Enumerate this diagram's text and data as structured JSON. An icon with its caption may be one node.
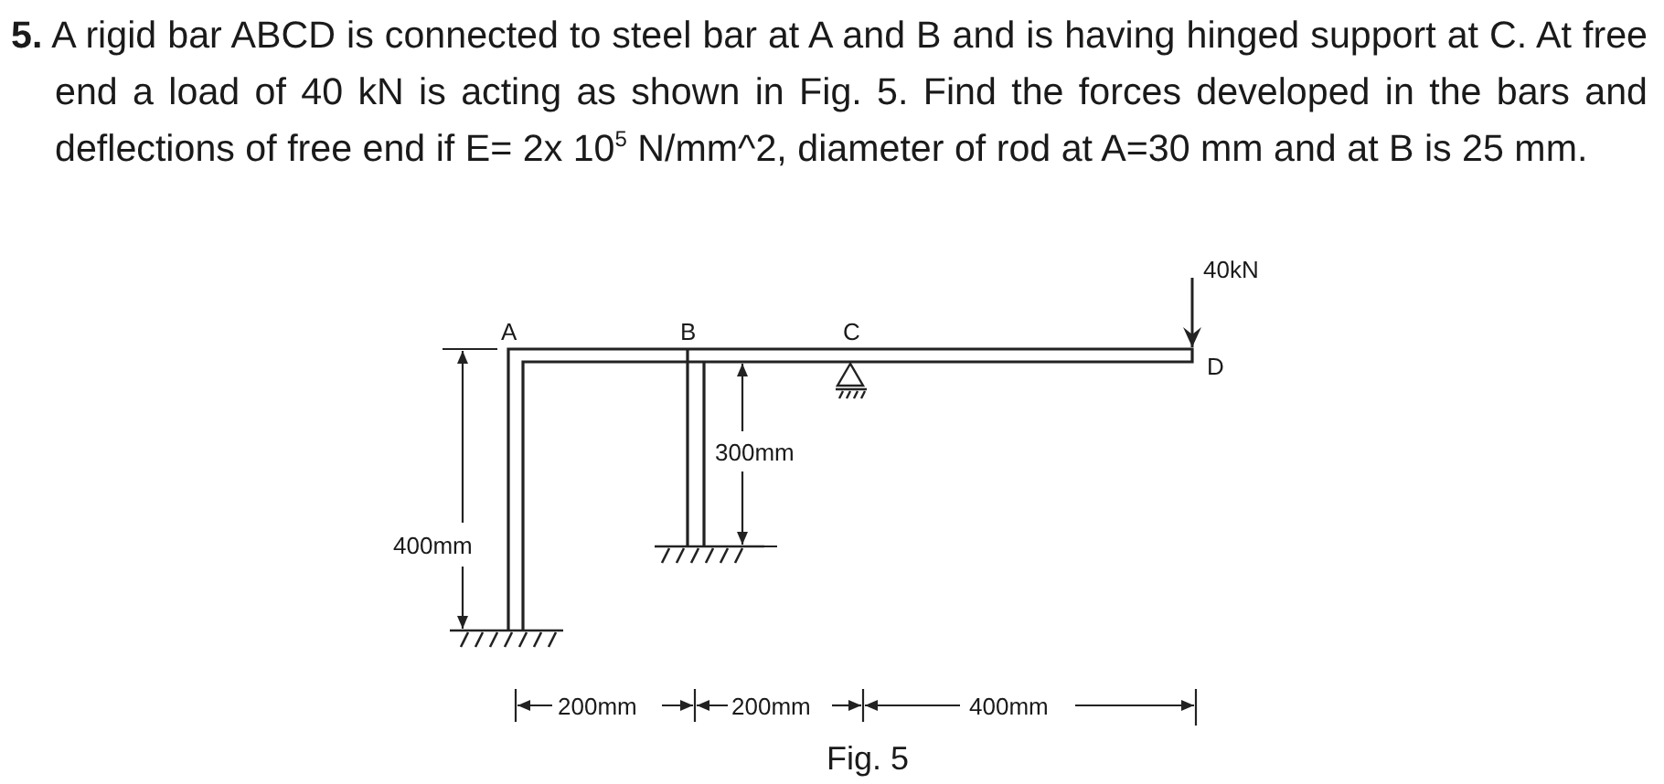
{
  "diagram": {
    "title": "**5.** A rigid bar ABCD is connected to steel bar at A and B and is having hinged support at C. At free end a load of 40 kN is acting as shown in Fig. 5. Find the forces developed in the bars and deflections of free end if E= 2x 10$^{5}$ N/mm^2, diameter of rod at A=30 mm and at B is 25 mm.",
    "caption": "Fig. 5",
    "labels": [
      "40kN",
      "A",
      "B",
      "C",
      "D",
      "300mm",
      "400mm",
      "200mm",
      "200mm",
      "400mm"
    ]
  }
}
